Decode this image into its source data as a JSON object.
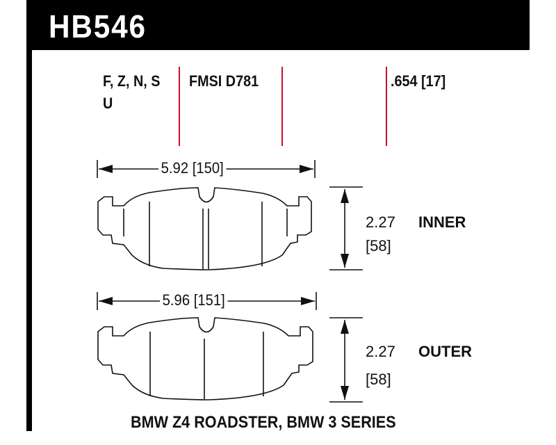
{
  "header": {
    "part_number": "HB546"
  },
  "specs": {
    "compounds_line1": "F, Z, N, S",
    "compounds_line2": "U",
    "fmsi": "FMSI D781",
    "thickness": ".654 [17]"
  },
  "inner_pad": {
    "width_label": "5.92 [150]",
    "height_value": "2.27",
    "height_metric": "[58]",
    "position_label": "INNER"
  },
  "outer_pad": {
    "width_label": "5.96 [151]",
    "height_value": "2.27",
    "height_metric": "[58]",
    "position_label": "OUTER"
  },
  "footer": {
    "application": "BMW Z4 ROADSTER, BMW 3 SERIES"
  },
  "colors": {
    "banner": "#000000",
    "marker_lines": "#c8102e",
    "ink": "#111111"
  }
}
